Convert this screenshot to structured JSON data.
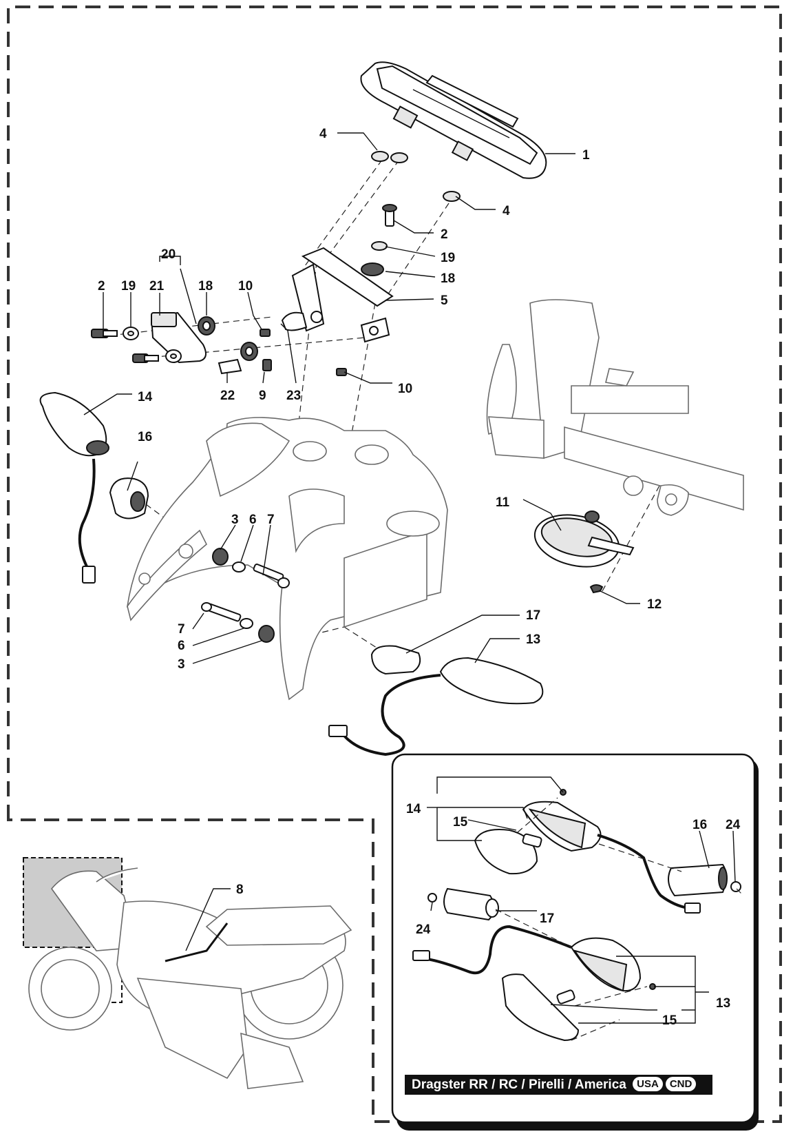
{
  "callouts": {
    "c1": "1",
    "c2a": "2",
    "c2b": "2",
    "c3a": "3",
    "c3b": "3",
    "c4a": "4",
    "c4b": "4",
    "c5": "5",
    "c6a": "6",
    "c6b": "6",
    "c7a": "7",
    "c7b": "7",
    "c8": "8",
    "c9": "9",
    "c10a": "10",
    "c10b": "10",
    "c11": "11",
    "c12": "12",
    "c13": "13",
    "c14": "14",
    "c16": "16",
    "c17": "17",
    "c18a": "18",
    "c18b": "18",
    "c19a": "19",
    "c19b": "19",
    "c20": "20",
    "c21": "21",
    "c22": "22",
    "c23": "23"
  },
  "inset": {
    "c14": "14",
    "c15a": "15",
    "c16": "16",
    "c24a": "24",
    "c17": "17",
    "c24b": "24",
    "c13": "13",
    "c15b": "15",
    "banner_text": "Dragster RR / RC / Pirelli / America",
    "badge_usa": "USA",
    "badge_cnd": "CND"
  }
}
